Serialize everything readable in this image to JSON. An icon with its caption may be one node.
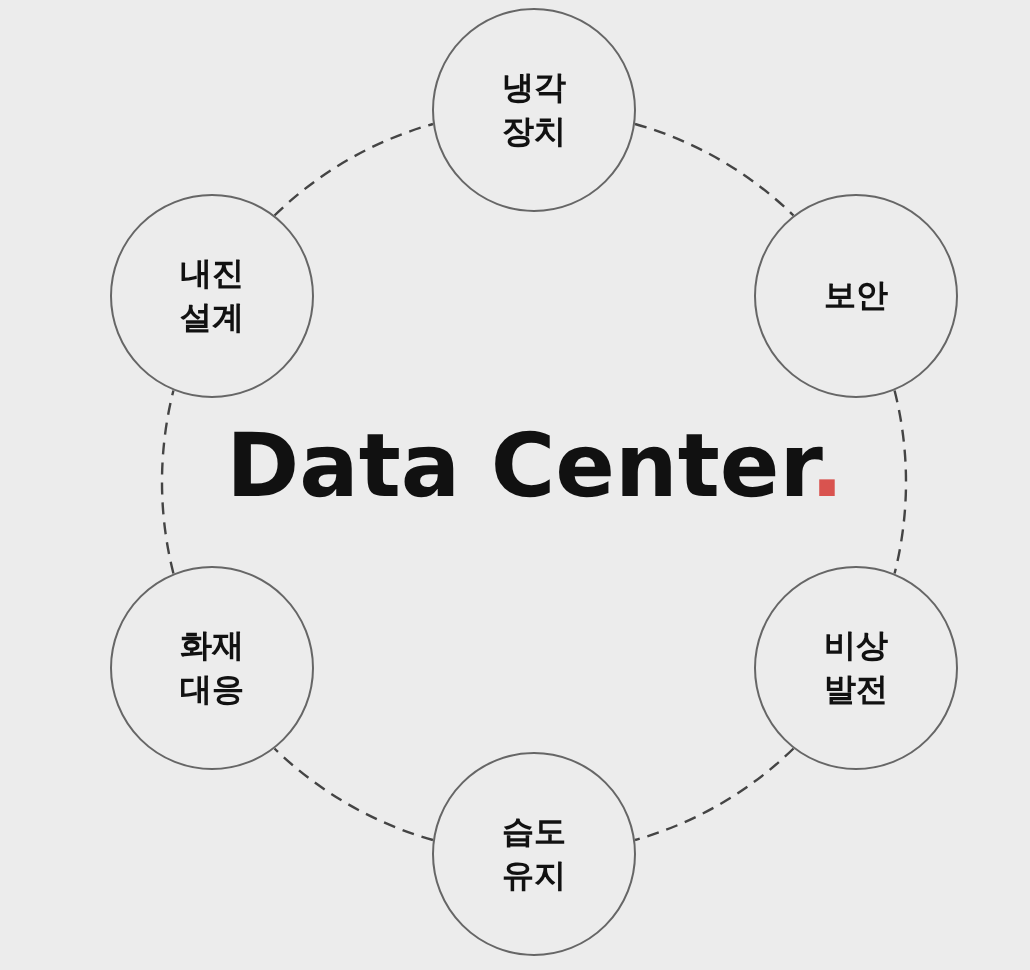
{
  "diagram": {
    "title": "Data Center.",
    "nodes": [
      {
        "text": [
          "냉각 장치"
        ]
      },
      {
        "text": [
          "내진 설계"
        ]
      },
      {
        "text": [
          "보안"
        ]
      },
      {
        "text": [
          "화재 대응"
        ]
      },
      {
        "text": [
          "비상 발전"
        ]
      },
      {
        "text": [
          "습도 유지"
        ]
      }
    ],
    "edges": [
      {
        "from": 0,
        "to": 2,
        "arrow": "none",
        "style": "dashed"
      },
      {
        "from": 2,
        "to": 4,
        "arrow": "none",
        "style": "dashed"
      },
      {
        "from": 4,
        "to": 5,
        "arrow": "none",
        "style": "dashed"
      },
      {
        "from": 5,
        "to": 3,
        "arrow": "none",
        "style": "dashed"
      },
      {
        "from": 3,
        "to": 1,
        "arrow": "none",
        "style": "dashed"
      },
      {
        "from": 1,
        "to": 0,
        "arrow": "none",
        "style": "dashed"
      }
    ]
  }
}
